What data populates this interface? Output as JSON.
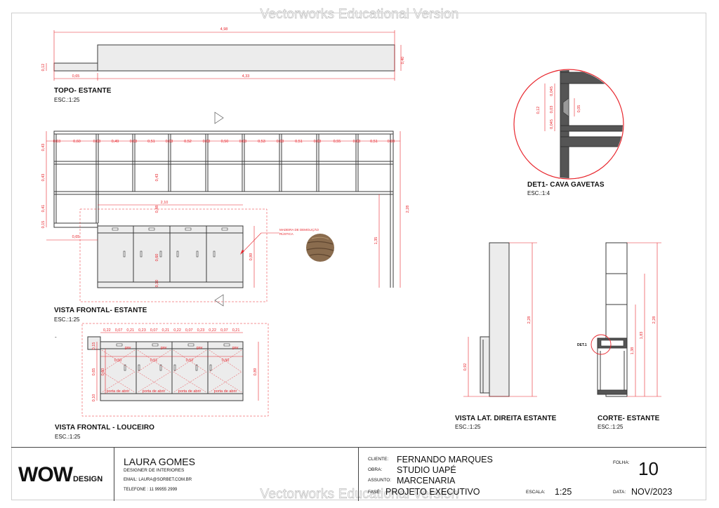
{
  "watermark": "Vectorworks Educational Version",
  "colors": {
    "dim": "#e8262d",
    "line": "#3a3a3a",
    "fill": "#ececec",
    "wood": "#8a6c4e"
  },
  "views": {
    "topo": {
      "title": "TOPO- ESTANTE",
      "scale": "ESC.:1:25",
      "dims": {
        "total": "4,98",
        "left": "0,65",
        "right": "4,33",
        "depth": "0,40",
        "small": "0,12"
      }
    },
    "det1": {
      "title": "DET1- CAVA GAVETAS",
      "scale": "ESC.:1:4",
      "dims": {
        "a": "0,12",
        "b": "0,045",
        "c": "0,03",
        "d": "0,045",
        "e": "0,05"
      }
    },
    "frontal_estante": {
      "title": "VISTA FRONTAL- ESTANTE",
      "scale": "ESC.:1:25",
      "row_widths": [
        "0,60",
        "0,49",
        "0,51",
        "0,52",
        "0,50",
        "0,53",
        "0,51",
        "0,55",
        "0,51"
      ],
      "gaps": [
        "0,03",
        "0,03",
        "0,03",
        "0,03",
        "0,03",
        "0,03",
        "0,03",
        "0,03",
        "0,03",
        "0,03"
      ],
      "heights_left": [
        "0,43",
        "0,43",
        "0,41",
        "0,15"
      ],
      "dims": {
        "top": "0,03",
        "h1": "0,43",
        "h2": "0,43",
        "h3": "0,48",
        "width_louceiro": "2,10",
        "total_h": "2,28",
        "lower": "1,35",
        "left": "0,65",
        "louceiro_h": "0,89",
        "door": "0,60",
        "plinth": "0,10"
      },
      "material_label": "MADEIRA DE DEMOLIÇÃO RÚSTICA"
    },
    "frontal_louceiro": {
      "title": "VISTA FRONTAL - LOUCEIRO",
      "scale": "ESC.:1:25",
      "top_dims": [
        "0,22",
        "0,07",
        "0,21",
        "0,23",
        "0,07",
        "0,21",
        "0,22",
        "0,07",
        "0,23",
        "0,22",
        "0,07",
        "0,21"
      ],
      "doors": [
        "0,50",
        "0,51",
        "0,52",
        "0,50"
      ],
      "drawer_label": "gav",
      "door_label": "porta de abrir",
      "dims": {
        "h1": "0,65",
        "h2": "0,60",
        "h3": "0,10",
        "total": "0,89",
        "top": "0,15"
      }
    },
    "lateral": {
      "title": "VISTA LAT. DIREITA ESTANTE",
      "scale": "ESC.:1:25",
      "dims": {
        "total": "2,28",
        "base": "0,92"
      }
    },
    "corte": {
      "title": "CORTE- ESTANTE",
      "scale": "ESC.:1:25",
      "det_label": "DET.1",
      "dims": {
        "total": "2,28",
        "h1": "1,83",
        "h2": "1,38"
      }
    }
  },
  "titleblock": {
    "logo_main": "WOW",
    "logo_sub": "DESIGN",
    "designer": "LAURA GOMES",
    "role": "DESIGNER DE INTERIORES",
    "email": "EMAIL: LAURA@SORBET.COM.BR",
    "phone": "TELEFONE : 11 99955 2999",
    "cliente_lbl": "CLIENTE:",
    "cliente": "FERNANDO MARQUES",
    "obra_lbl": "OBRA:",
    "obra": "STUDIO UAPÉ",
    "assunto_lbl": "ASSUNTO:",
    "assunto": "MARCENARIA",
    "fase_lbl": "FASE:",
    "fase": "PROJETO EXECUTIVO",
    "escala_lbl": "ESCALA:",
    "escala": "1:25",
    "folha_lbl": "FOLHA:",
    "folha": "10",
    "data_lbl": "DATA:",
    "data": "NOV/2023"
  }
}
